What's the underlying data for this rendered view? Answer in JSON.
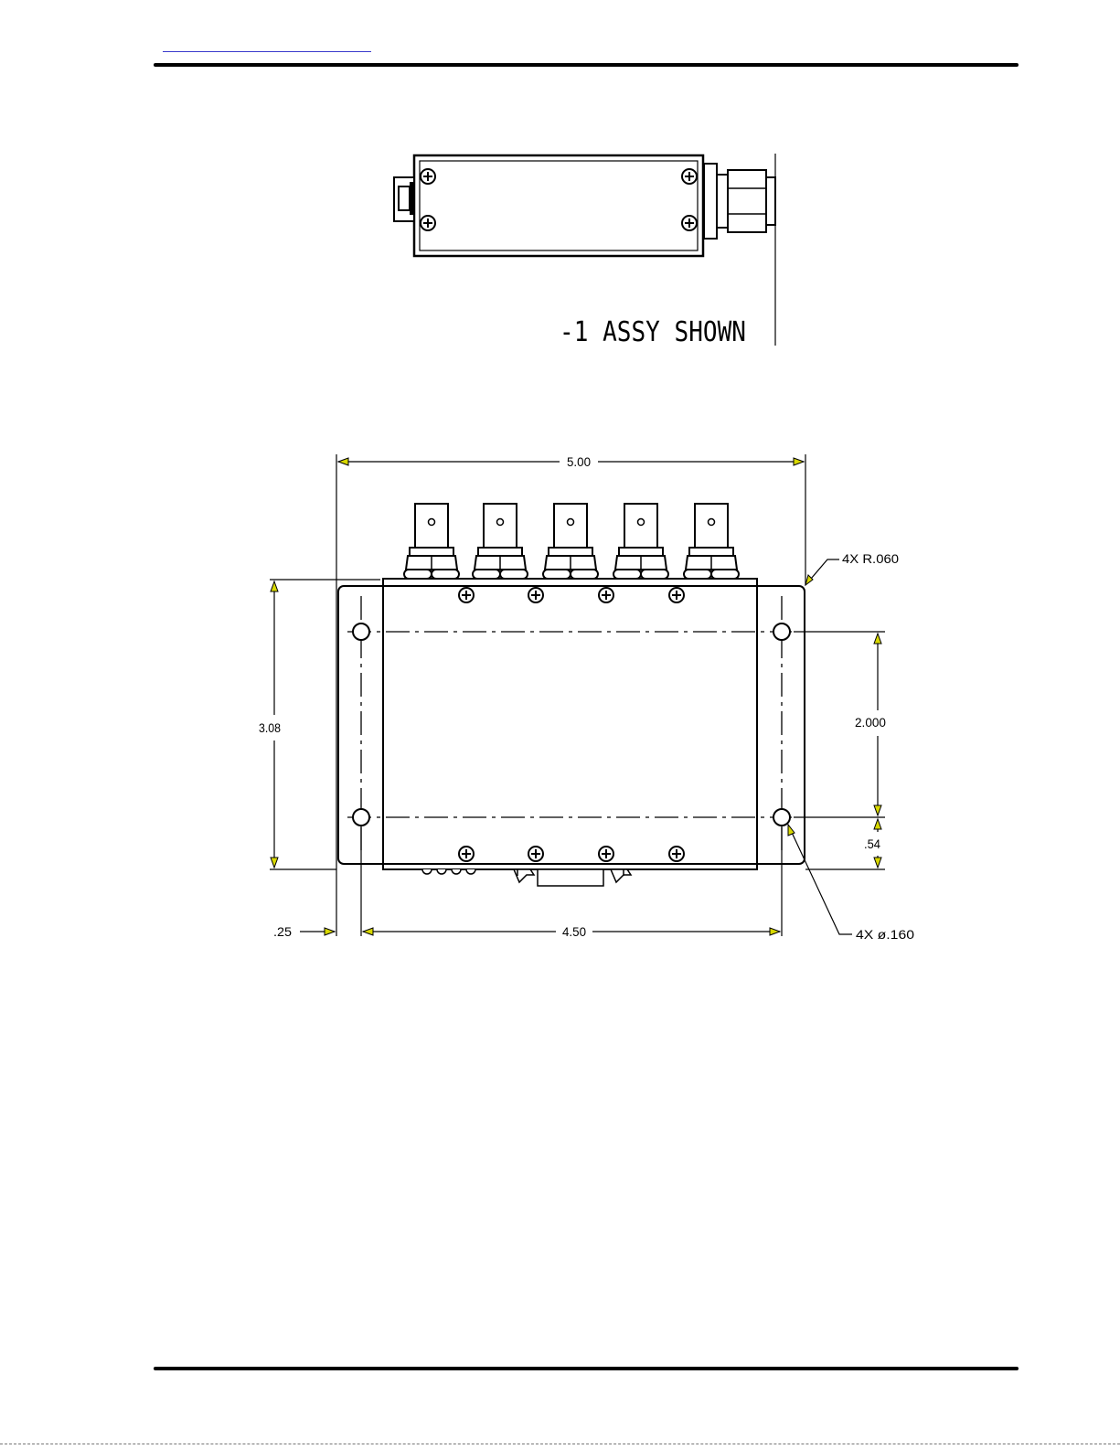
{
  "header": {
    "link_text": ""
  },
  "side_view": {
    "caption": "-1 ASSY SHOWN"
  },
  "top_view": {
    "dims": {
      "overall_width": "5.00",
      "overall_height": "3.08",
      "hole_spacing_horizontal": "4.50",
      "hole_spacing_vertical": "2.000",
      "edge_offset_left": ".25",
      "edge_offset_bottom": ".54"
    },
    "callouts": {
      "corner_radius": "4X R.060",
      "hole_diameter": "4X ø.160"
    }
  }
}
